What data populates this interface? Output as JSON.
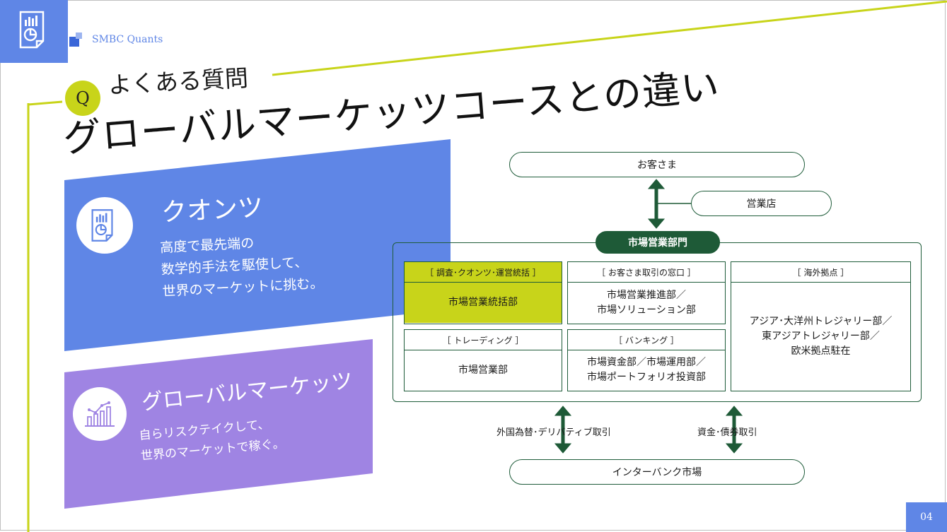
{
  "brand": {
    "name": "SMBC Quants"
  },
  "heading": {
    "q_badge": "Q",
    "q_label": "よくある質問",
    "title": "グローバルマーケッツコースとの違い"
  },
  "panels": [
    {
      "heading": "クオンツ",
      "body": [
        "高度で最先端の",
        "数学的手法を駆使して、",
        "世界のマーケットに挑む。"
      ],
      "icon": "document-chart-icon",
      "color": "#5f86e6"
    },
    {
      "heading": "グローバルマーケッツ",
      "body": [
        "自らリスクテイクして、",
        "世界のマーケットで稼ぐ。"
      ],
      "icon": "line-bar-chart-icon",
      "color": "#9f84e3"
    }
  ],
  "org": {
    "customer": "お客さま",
    "branch": "営業店",
    "division": "市場営業部門",
    "cells": [
      {
        "head": "［ 調査･クオンツ･運営統括 ］",
        "body": [
          "市場営業統括部"
        ],
        "highlight": true
      },
      {
        "head": "［ お客さま取引の窓口 ］",
        "body": [
          "市場営業推進部／",
          "市場ソリューション部"
        ],
        "highlight": false
      },
      {
        "head": "［ 海外拠点 ］",
        "body": [
          "アジア･大洋州トレジャリー部／",
          "東アジアトレジャリー部／",
          "欧米拠点駐在"
        ],
        "highlight": false
      },
      {
        "head": "［ トレーディング ］",
        "body": [
          "市場営業部"
        ],
        "highlight": false
      },
      {
        "head": "［ バンキング ］",
        "body": [
          "市場資金部／市場運用部／",
          "市場ポートフォリオ投資部"
        ],
        "highlight": false
      }
    ],
    "flow_left": "外国為替･デリバティブ取引",
    "flow_right": "資金･債券取引",
    "interbank": "インターバンク市場"
  },
  "colors": {
    "blue": "#5f86e6",
    "purple": "#9f84e3",
    "lime": "#c8d41a",
    "green": "#1e5a37"
  },
  "page_number": "04"
}
